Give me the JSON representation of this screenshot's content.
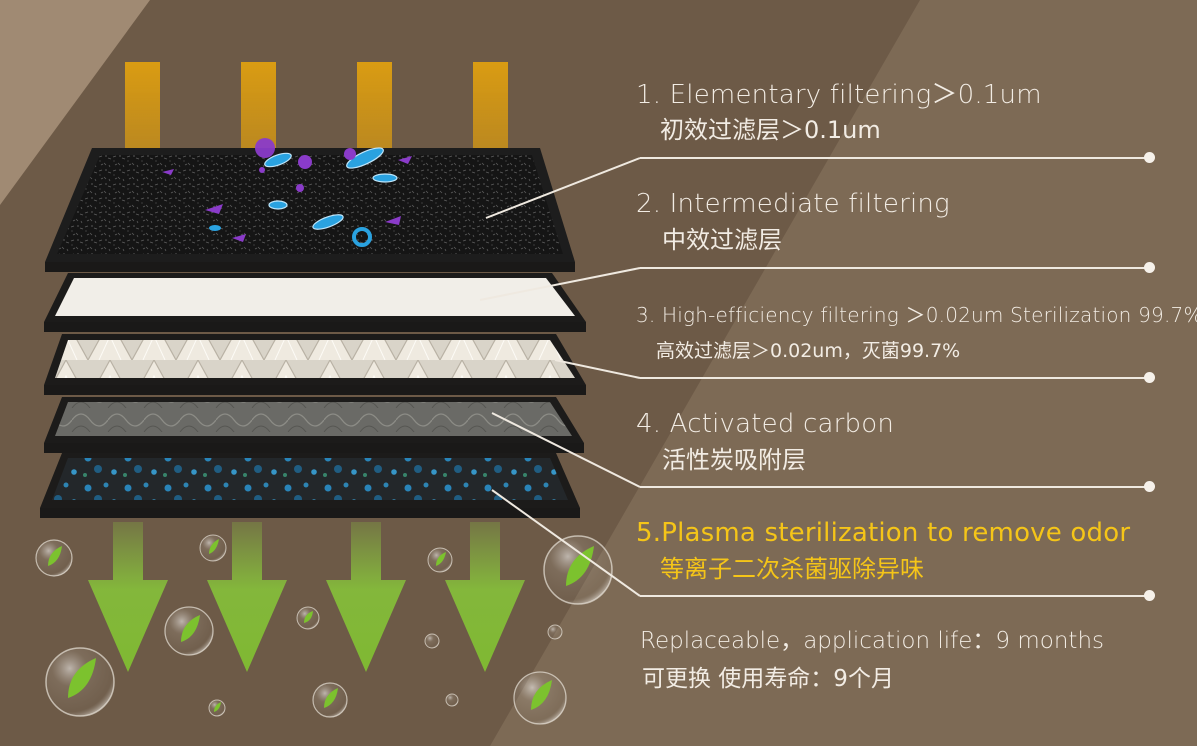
{
  "layers": [
    {
      "en": "1. Elementary filtering＞0.1um",
      "cn": "初效过滤层＞0.1um"
    },
    {
      "en": "2. Intermediate filtering",
      "cn": "中效过滤层"
    },
    {
      "en": "3. High-efficiency filtering ＞0.02um Sterilization 99.7%",
      "cn": "高效过滤层＞0.02um，灭菌99.7%"
    },
    {
      "en": "4. Activated carbon",
      "cn": "活性炭吸附层"
    },
    {
      "en": "5.Plasma sterilization to remove odor",
      "cn": "等离子二次杀菌驱除异味"
    }
  ],
  "note": {
    "en": "Replaceable，application life：9 months",
    "cn": "可更换 使用寿命：9个月"
  },
  "colors": {
    "background_dark": "#5b4a3b",
    "background_light": "#7d6a55",
    "light_band": "#a08a73",
    "highlight_text": "#f5c518",
    "light_beam": "#e0a010",
    "airflow_arrow": "#8cc63f",
    "frame": "#262422",
    "label_text": "#f2ece4"
  },
  "icons": [
    "particle-icon",
    "bacteria-icon",
    "leaf-bubble-icon",
    "down-arrow-icon"
  ]
}
